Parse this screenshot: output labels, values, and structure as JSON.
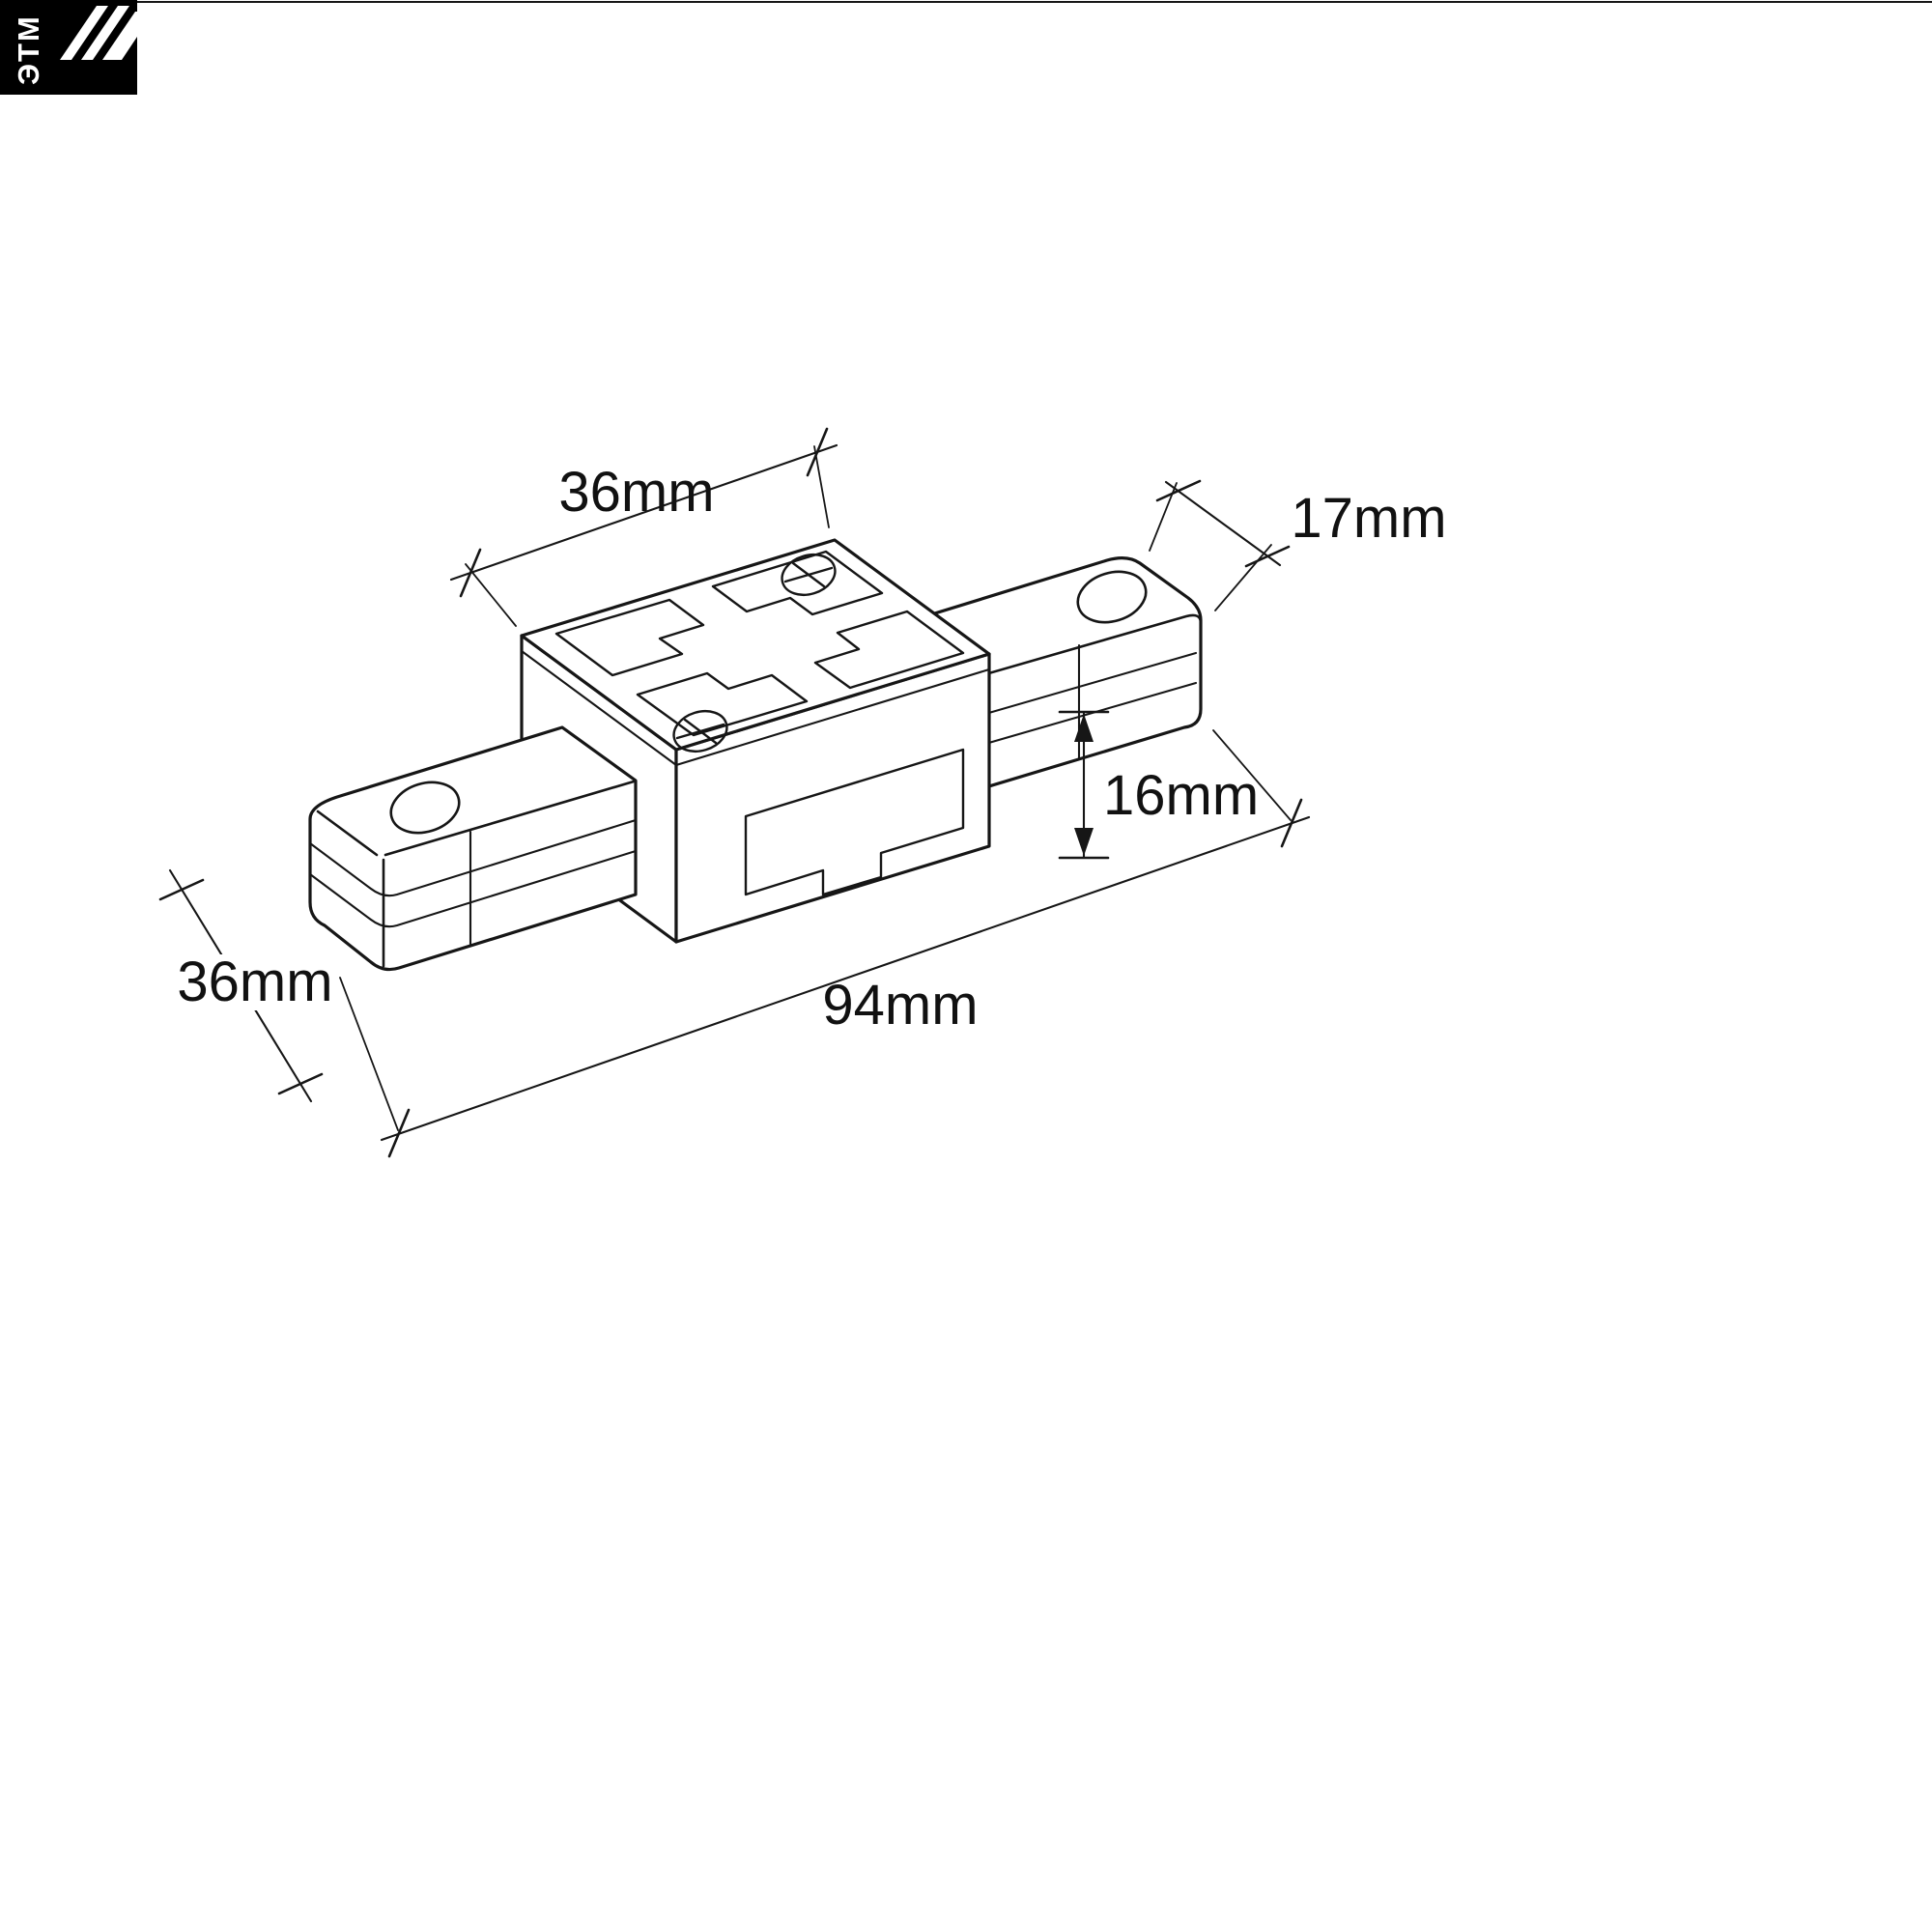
{
  "canvas": {
    "background": "#ffffff",
    "ink": "#161616"
  },
  "logo": {
    "text": "ЭТМ",
    "background": "#000000",
    "color": "#ffffff"
  },
  "labels": {
    "top_width": "36mm",
    "tab_width": "17mm",
    "height": "16mm",
    "total_length": "94mm",
    "side_width": "36mm"
  }
}
